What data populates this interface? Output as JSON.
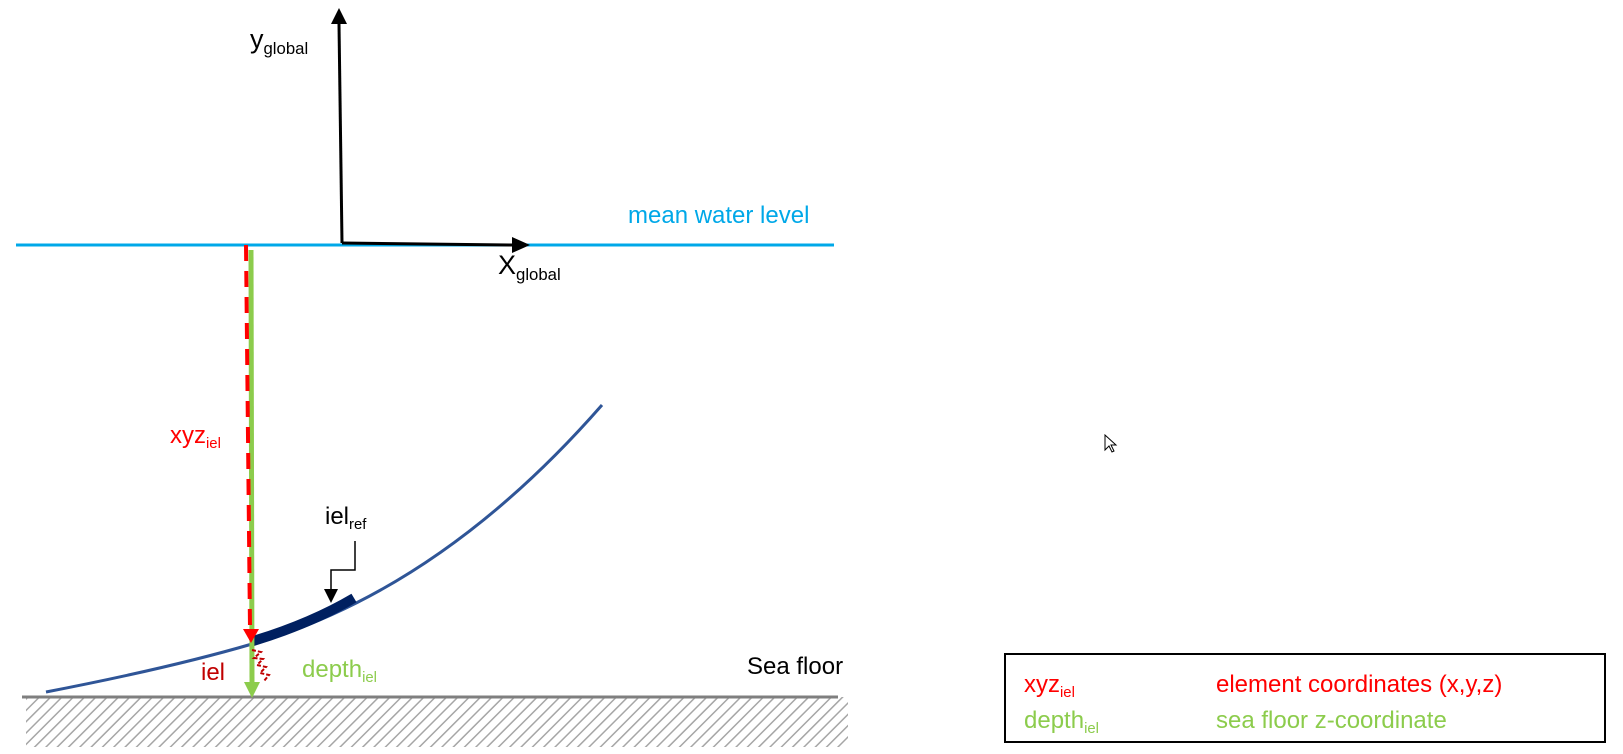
{
  "diagram": {
    "axes": {
      "y_label": {
        "main": "y",
        "sub": "global"
      },
      "x_label": {
        "main": "X",
        "sub": "global"
      }
    },
    "water_level_label": "mean water level",
    "sea_floor_label": "Sea floor",
    "labels": {
      "xyz": {
        "main": "xyz",
        "sub": "iel"
      },
      "iel_ref": {
        "main": "iel",
        "sub": "ref"
      },
      "iel": "iel",
      "depth": {
        "main": "depth",
        "sub": "iel"
      }
    },
    "colors": {
      "water_line": "#00a8e8",
      "xyz_arrow": "#ff0000",
      "depth_arrow": "#8ccc4c",
      "cable": "#2f5597",
      "element": "#002060",
      "sea_floor": "#7f7f7f",
      "iel_label": "#c00000"
    }
  },
  "legend": {
    "rows": [
      {
        "symbol_main": "xyz",
        "symbol_sub": "iel",
        "description": "element coordinates (x,y,z)",
        "color": "#ff0000"
      },
      {
        "symbol_main": "depth",
        "symbol_sub": "iel",
        "description": "sea floor z-coordinate",
        "color": "#8ccc4c"
      }
    ]
  }
}
